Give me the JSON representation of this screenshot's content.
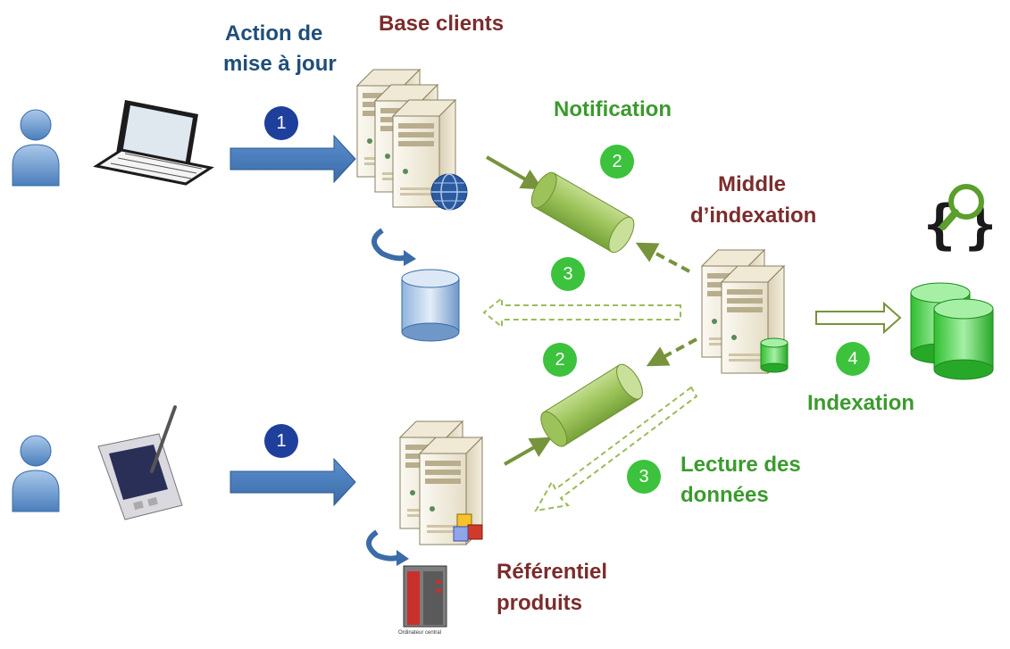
{
  "labels": {
    "action_line1": "Action de",
    "action_line2": "mise à jour",
    "base_clients": "Base clients",
    "notification": "Notification",
    "middle_line1": "Middle",
    "middle_line2": "d’indexation",
    "indexation": "Indexation",
    "lecture_line1": "Lecture des",
    "lecture_line2": "données",
    "referentiel_line1": "Référentiel",
    "referentiel_line2": "produits",
    "mainframe_caption": "Ordinateur central"
  },
  "steps": {
    "top_update": "1",
    "bottom_update": "1",
    "top_notification": "2",
    "bottom_notification": "2",
    "top_read": "3",
    "bottom_read": "3",
    "index": "4"
  },
  "colors": {
    "blue_arrow": "#4a7ebb",
    "blue_badge": "#1f3f9c",
    "green_badge": "#3cc23c",
    "queue_green": "#8fbc4f",
    "arrow_olive": "#77933c",
    "label_blue": "#1f4e79",
    "label_maroon": "#7b2c2c",
    "label_green": "#3c9a2e"
  }
}
